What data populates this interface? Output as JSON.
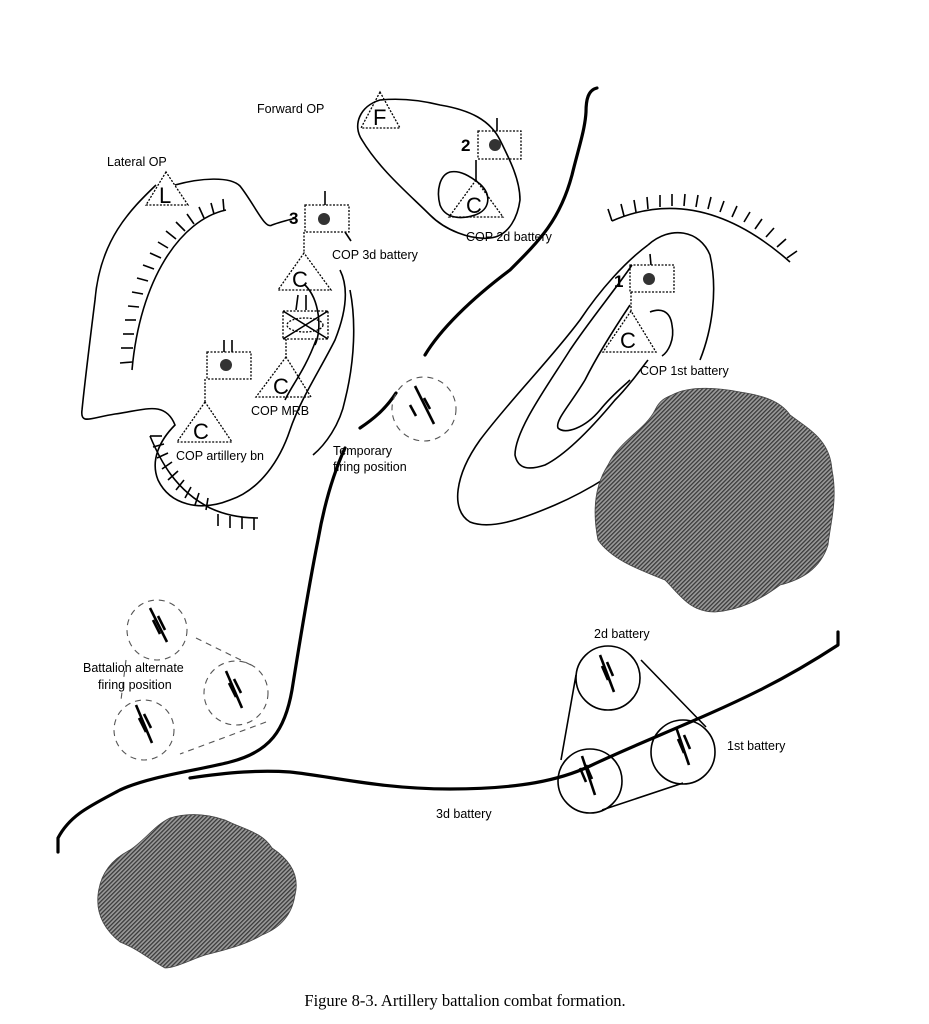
{
  "figure": {
    "caption": "Figure 8-3.  Artillery battalion combat formation.",
    "colors": {
      "ink": "#000000",
      "woods": "#6f6f6f",
      "background": "#ffffff"
    }
  },
  "observation_posts": [
    {
      "id": "forward",
      "label": "Forward OP",
      "symbol": "F"
    },
    {
      "id": "lateral",
      "label": "Lateral OP",
      "symbol": "L"
    }
  ],
  "command_posts": [
    {
      "id": "cop-2d",
      "label": "COP 2d battery",
      "symbol": "C",
      "battery_number": "2"
    },
    {
      "id": "cop-3d",
      "label": "COP 3d battery",
      "symbol": "C",
      "battery_number": "3"
    },
    {
      "id": "cop-1st",
      "label": "COP 1st battery",
      "symbol": "C",
      "battery_number": "1"
    },
    {
      "id": "cop-mrb",
      "label": "COP MRB",
      "symbol": "C"
    },
    {
      "id": "cop-bn",
      "label": "COP artillery bn",
      "symbol": "C"
    }
  ],
  "firing_positions": {
    "temporary": {
      "label_line1": "Temporary",
      "label_line2": "firing position"
    },
    "alternate": {
      "label_line1": "Battalion alternate",
      "label_line2": "firing position"
    },
    "batteries": [
      {
        "id": "2d",
        "label": "2d battery"
      },
      {
        "id": "1st",
        "label": "1st battery"
      },
      {
        "id": "3d",
        "label": "3d battery"
      }
    ]
  },
  "symbols": {
    "unit_icon": "artillery-dot-icon",
    "echelon_battery": "I",
    "echelon_battalion": "II",
    "gun_icon": "howitzer-icon",
    "terrain": [
      "contour-line",
      "crest-hatch",
      "woods-area",
      "road"
    ]
  }
}
